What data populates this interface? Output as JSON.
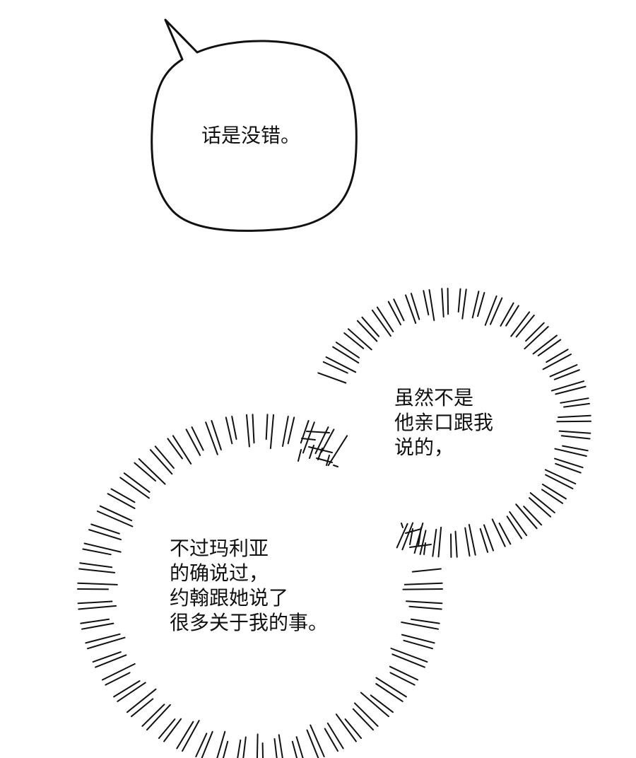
{
  "panel": {
    "background": "#ffffff",
    "ink": "#111111"
  },
  "bubbles": [
    {
      "type": "speech",
      "lines": [
        "话是没错。"
      ],
      "text": "话是没错。"
    },
    {
      "type": "burst",
      "lines": [
        "虽然不是",
        "他亲口跟我",
        "说的，"
      ],
      "text": "虽然不是\n他亲口跟我\n说的，"
    },
    {
      "type": "burst",
      "lines": [
        "不过玛利亚",
        "的确说过，",
        "约翰跟她说了",
        "很多关于我的事。"
      ],
      "text": "不过玛利亚\n的确说过，\n约翰跟她说了\n很多关于我的事。"
    }
  ]
}
